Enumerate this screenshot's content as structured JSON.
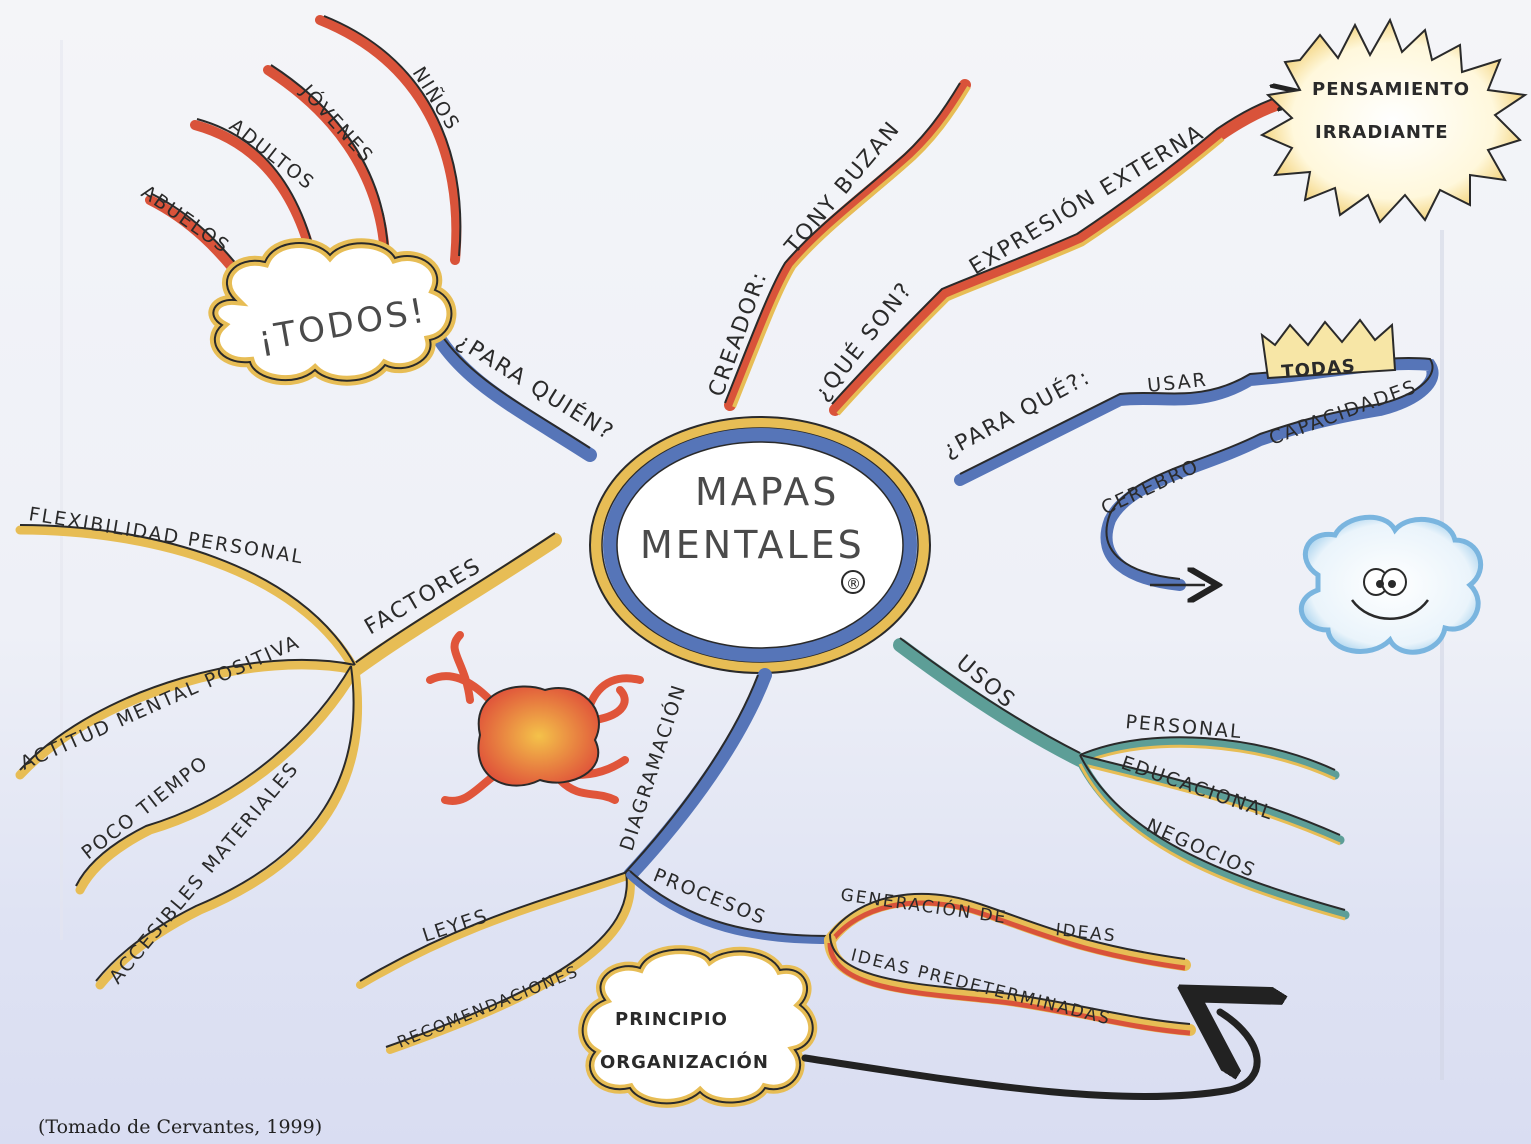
{
  "center": {
    "line1": "MAPAS",
    "line2": "MENTALES",
    "mark": "®"
  },
  "who": {
    "branch": "¿PARA QUIÉN?",
    "cloud": "¡TODOS!",
    "items": [
      "ABUELOS",
      "ADULTOS",
      "JÓVENES",
      "NIÑOS"
    ]
  },
  "creator": {
    "label": "CREADOR:",
    "name": "TONY BUZAN"
  },
  "what": {
    "label": "¿QUÉ SON?",
    "value": "EXPRESIÓN EXTERNA",
    "burst_line1": "PENSAMIENTO",
    "burst_line2": "IRRADIANTE"
  },
  "purpose": {
    "label": "¿PARA QUÉ?:",
    "use": "USAR",
    "all": "TODAS",
    "capacities": "CAPACIDADES",
    "brain": "CEREBRO"
  },
  "factors": {
    "branch": "FACTORES",
    "items": [
      "FLEXIBILIDAD PERSONAL",
      "ACTITUD MENTAL POSITIVA",
      "POCO TIEMPO",
      "ACCESIBLES MATERIALES"
    ]
  },
  "uses": {
    "branch": "USOS",
    "items": [
      "PERSONAL",
      "EDUCACIONAL",
      "NEGOCIOS"
    ]
  },
  "layout": {
    "branch": "DIAGRAMACIÓN",
    "laws": "LEYES",
    "recommendations": "RECOMENDACIONES",
    "processes": "PROCESOS",
    "gen_ideas_1": "GENERACIÓN DE",
    "gen_ideas_2": "IDEAS",
    "predetermined": "IDEAS PREDETERMINADAS",
    "principle_line1": "PRINCIPIO",
    "principle_line2": "ORGANIZACIÓN"
  },
  "source": "(Tomado de Cervantes, 1999)",
  "colors": {
    "red": "#d9533a",
    "blue": "#5675b8",
    "gold": "#e7bd55",
    "teal": "#5d9e97",
    "ink": "#222222"
  }
}
